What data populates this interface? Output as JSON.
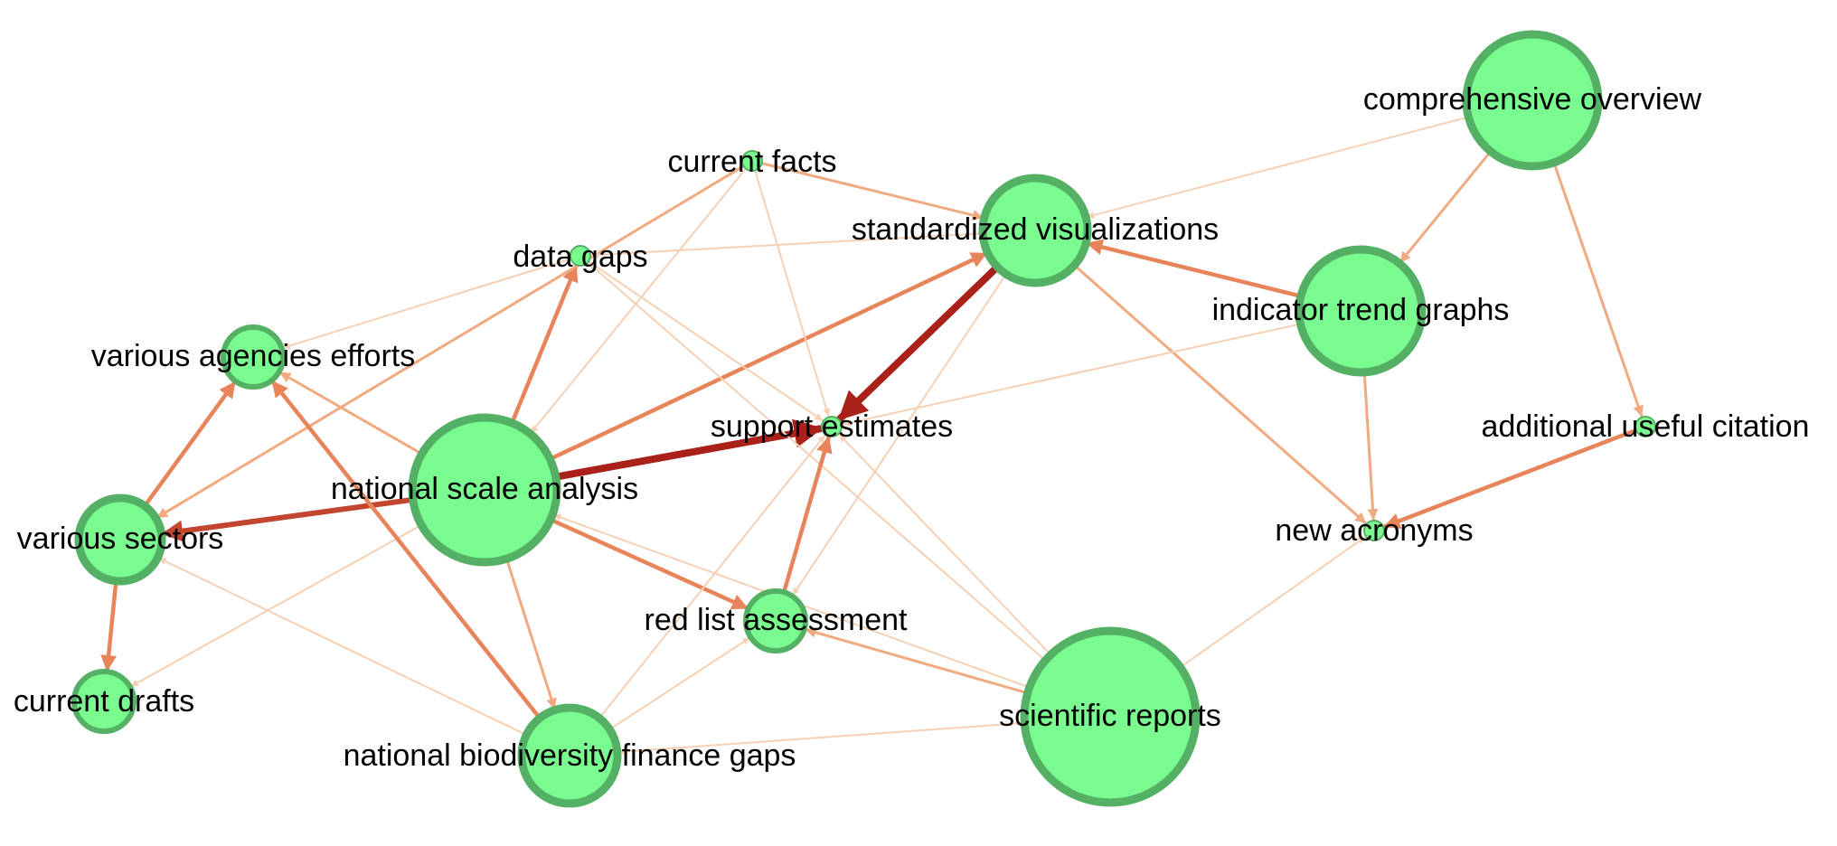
{
  "nodes": [
    {
      "id": "comprehensive_overview",
      "label": "comprehensive overview",
      "size": "large"
    },
    {
      "id": "current_facts",
      "label": "current facts",
      "size": "tiny"
    },
    {
      "id": "standardized_visualizations",
      "label": "standardized visualizations",
      "size": "medium"
    },
    {
      "id": "data_gaps",
      "label": "data gaps",
      "size": "tiny"
    },
    {
      "id": "indicator_trend_graphs",
      "label": "indicator trend graphs",
      "size": "large"
    },
    {
      "id": "various_agencies_efforts",
      "label": "various agencies efforts",
      "size": "small"
    },
    {
      "id": "support_estimates",
      "label": "support estimates",
      "size": "tiny"
    },
    {
      "id": "additional_useful_citation",
      "label": "additional useful citation",
      "size": "tiny"
    },
    {
      "id": "national_scale_analysis",
      "label": "national scale analysis",
      "size": "large"
    },
    {
      "id": "various_sectors",
      "label": "various sectors",
      "size": "medium"
    },
    {
      "id": "new_acronyms",
      "label": "new acronyms",
      "size": "tiny"
    },
    {
      "id": "red_list_assessment",
      "label": "red list assessment",
      "size": "small"
    },
    {
      "id": "current_drafts",
      "label": "current drafts",
      "size": "small"
    },
    {
      "id": "scientific_reports",
      "label": "scientific reports",
      "size": "large"
    },
    {
      "id": "national_biodiversity_finance_gaps",
      "label": "national biodiversity finance gaps",
      "size": "medium"
    }
  ],
  "edges": [
    {
      "source": "standardized_visualizations",
      "target": "support_estimates",
      "strength": "strongest"
    },
    {
      "source": "national_scale_analysis",
      "target": "support_estimates",
      "strength": "strongest"
    },
    {
      "source": "national_scale_analysis",
      "target": "various_sectors",
      "strength": "strong"
    },
    {
      "source": "national_scale_analysis",
      "target": "standardized_visualizations",
      "strength": "medium"
    },
    {
      "source": "national_scale_analysis",
      "target": "data_gaps",
      "strength": "medium"
    },
    {
      "source": "national_scale_analysis",
      "target": "various_agencies_efforts",
      "strength": "weak"
    },
    {
      "source": "national_scale_analysis",
      "target": "red_list_assessment",
      "strength": "medium"
    },
    {
      "source": "national_scale_analysis",
      "target": "national_biodiversity_finance_gaps",
      "strength": "weak"
    },
    {
      "source": "national_scale_analysis",
      "target": "current_drafts",
      "strength": "faint"
    },
    {
      "source": "various_sectors",
      "target": "various_agencies_efforts",
      "strength": "medium"
    },
    {
      "source": "various_sectors",
      "target": "current_drafts",
      "strength": "medium"
    },
    {
      "source": "current_facts",
      "target": "various_sectors",
      "strength": "weak"
    },
    {
      "source": "data_gaps",
      "target": "various_agencies_efforts",
      "strength": "faint"
    },
    {
      "source": "data_gaps",
      "target": "support_estimates",
      "strength": "faint"
    },
    {
      "source": "current_facts",
      "target": "standardized_visualizations",
      "strength": "weak"
    },
    {
      "source": "current_facts",
      "target": "support_estimates",
      "strength": "faint"
    },
    {
      "source": "current_facts",
      "target": "national_scale_analysis",
      "strength": "faint"
    },
    {
      "source": "standardized_visualizations",
      "target": "data_gaps",
      "strength": "faint"
    },
    {
      "source": "standardized_visualizations",
      "target": "new_acronyms",
      "strength": "weak"
    },
    {
      "source": "standardized_visualizations",
      "target": "red_list_assessment",
      "strength": "faint"
    },
    {
      "source": "comprehensive_overview",
      "target": "standardized_visualizations",
      "strength": "faint"
    },
    {
      "source": "comprehensive_overview",
      "target": "indicator_trend_graphs",
      "strength": "weak"
    },
    {
      "source": "comprehensive_overview",
      "target": "additional_useful_citation",
      "strength": "weak"
    },
    {
      "source": "indicator_trend_graphs",
      "target": "standardized_visualizations",
      "strength": "medium"
    },
    {
      "source": "indicator_trend_graphs",
      "target": "support_estimates",
      "strength": "faint"
    },
    {
      "source": "indicator_trend_graphs",
      "target": "new_acronyms",
      "strength": "weak"
    },
    {
      "source": "additional_useful_citation",
      "target": "new_acronyms",
      "strength": "medium"
    },
    {
      "source": "scientific_reports",
      "target": "new_acronyms",
      "strength": "faint"
    },
    {
      "source": "scientific_reports",
      "target": "red_list_assessment",
      "strength": "weak"
    },
    {
      "source": "scientific_reports",
      "target": "national_scale_analysis",
      "strength": "faint"
    },
    {
      "source": "scientific_reports",
      "target": "support_estimates",
      "strength": "faint"
    },
    {
      "source": "scientific_reports",
      "target": "data_gaps",
      "strength": "faint"
    },
    {
      "source": "scientific_reports",
      "target": "national_biodiversity_finance_gaps",
      "strength": "faint"
    },
    {
      "source": "red_list_assessment",
      "target": "support_estimates",
      "strength": "medium"
    },
    {
      "source": "national_biodiversity_finance_gaps",
      "target": "various_agencies_efforts",
      "strength": "medium"
    },
    {
      "source": "national_biodiversity_finance_gaps",
      "target": "various_sectors",
      "strength": "faint"
    },
    {
      "source": "national_biodiversity_finance_gaps",
      "target": "red_list_assessment",
      "strength": "faint"
    },
    {
      "source": "national_biodiversity_finance_gaps",
      "target": "support_estimates",
      "strength": "faint"
    }
  ],
  "colors": {
    "node_fill": "#79fb8f",
    "node_stroke": "#54b064",
    "edge_strongest": "#a92118",
    "edge_strong": "#c2452f",
    "edge_medium": "#e8845a",
    "edge_weak": "#f0aa80",
    "edge_faint": "#f6d0b4"
  }
}
